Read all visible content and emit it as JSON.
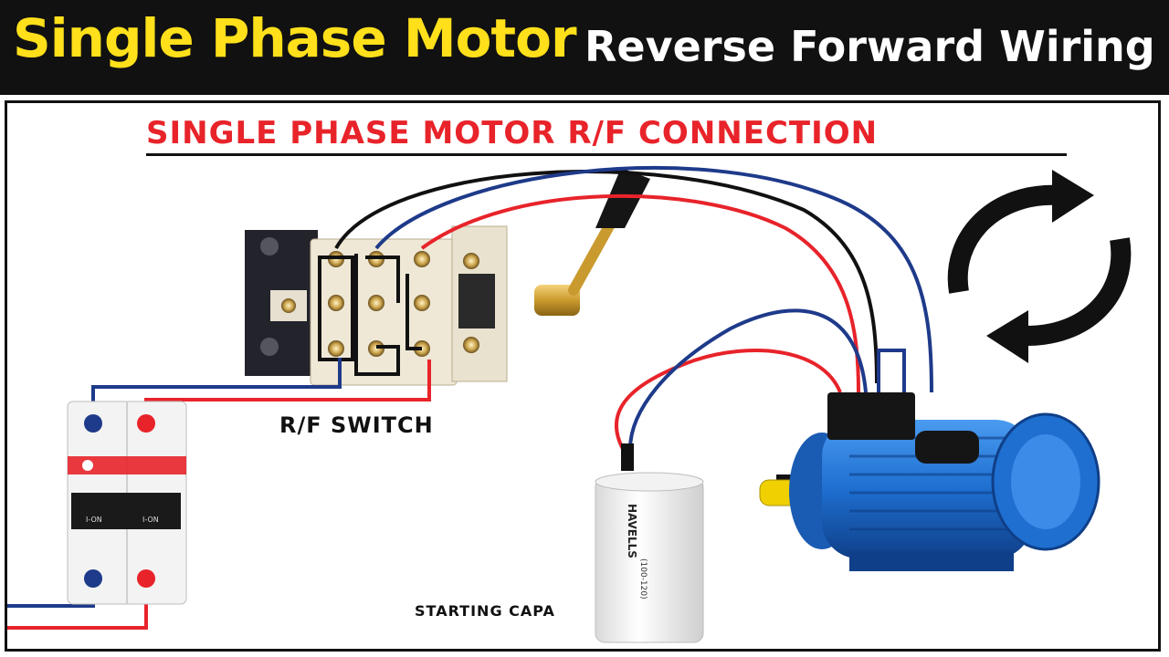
{
  "banner": {
    "title_main": "Single Phase Motor",
    "title_sub": "Reverse Forward Wiring"
  },
  "diagram": {
    "heading": "SINGLE PHASE MOTOR R/F CONNECTION",
    "switch_label": "R/F SWITCH",
    "capacitor_label": "STARTING  CAPA",
    "capacitor_brand": "HAVELLS",
    "capacitor_spec": "(100-120)",
    "mcb_label_left": "I-ON",
    "mcb_label_right": "I-ON"
  },
  "colors": {
    "banner_bg": "#111111",
    "title_main": "#FFE01A",
    "title_sub": "#ffffff",
    "heading": "#E8232A",
    "wire_red": "#E8232A",
    "wire_blue": "#1E3A8A",
    "wire_black": "#111111",
    "motor_blue": "#1E6FD0"
  },
  "icons": {
    "rotation": "circular-arrows-icon"
  }
}
